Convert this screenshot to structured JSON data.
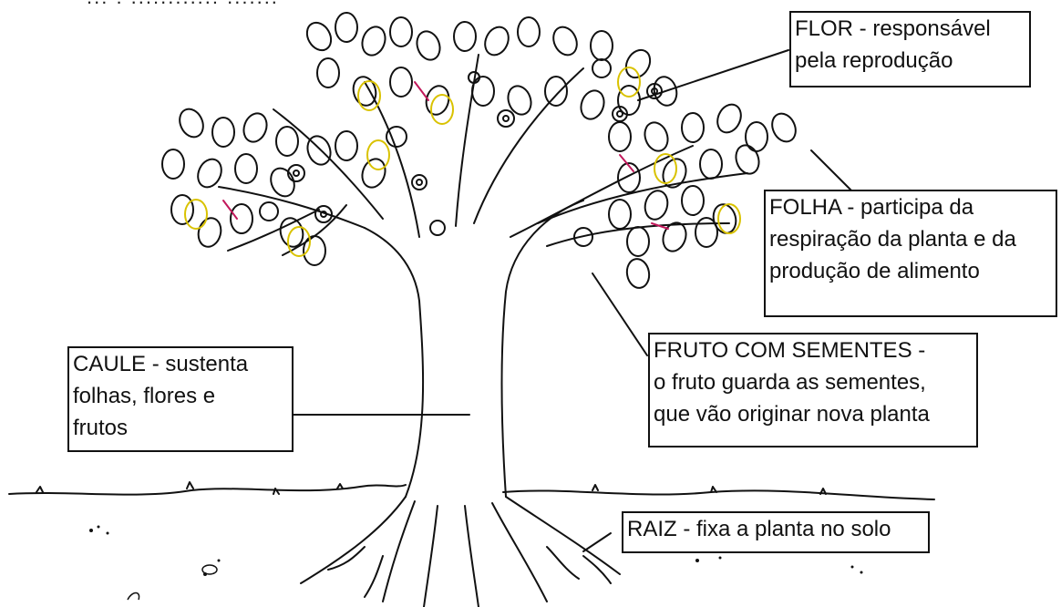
{
  "header_fragment": "..: : ...:..:..:.: ..:..:.",
  "labels": {
    "flor": {
      "lines": [
        "FLOR - responsável",
        "pela reprodução"
      ]
    },
    "folha": {
      "lines": [
        "FOLHA - participa da",
        "respiração da planta e da",
        "produção de alimento"
      ]
    },
    "fruto": {
      "lines": [
        "FRUTO COM SEMENTES -",
        "o fruto guarda as sementes,",
        "que vão originar nova planta"
      ]
    },
    "caule": {
      "lines": [
        "CAULE - sustenta",
        "folhas, flores e",
        "frutos"
      ]
    },
    "raiz": {
      "lines": [
        "RAIZ - fixa a planta no solo"
      ]
    }
  },
  "colors": {
    "ink": "#111111",
    "leaf_tint_yellow": "#d9c200",
    "leaf_tint_magenta": "#c2185b",
    "background": "#ffffff"
  },
  "icons": [
    "tree-drawing",
    "leaf-icon",
    "flower-icon",
    "fruit-icon",
    "root-icon"
  ]
}
